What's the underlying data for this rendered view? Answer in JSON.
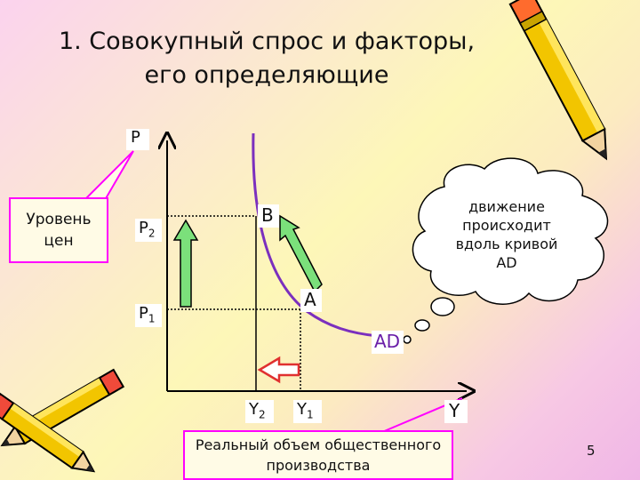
{
  "slide": {
    "title_line1": "1. Совокупный спрос и факторы,",
    "title_line2": "его определяющие",
    "page_number": "5"
  },
  "diagram": {
    "y_axis_label": "P",
    "x_axis_label": "Y",
    "p2_label": "P",
    "p2_sub": "2",
    "p1_label": "P",
    "p1_sub": "1",
    "y2_label": "Y",
    "y2_sub": "2",
    "y1_label": "Y",
    "y1_sub": "1",
    "point_b": "B",
    "point_a": "A",
    "curve_label": "AD",
    "price_level_callout": "Уровень цен",
    "output_callout": "Реальный объем общественного производства",
    "cloud_text": "движение происходит вдоль кривой AD"
  },
  "colors": {
    "callout_border": "#ff00ff",
    "curve": "#7b2fbe",
    "green_arrow": "#7be07b",
    "red_arrow": "#e03030",
    "axis": "#000000"
  }
}
